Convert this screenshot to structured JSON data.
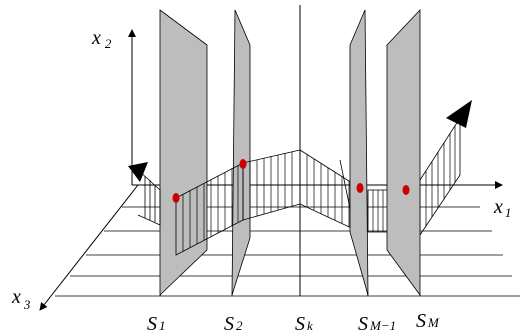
{
  "axes": {
    "x1": {
      "letter": "x",
      "index": "1"
    },
    "x2": {
      "letter": "x",
      "index": "2"
    },
    "x3": {
      "letter": "x",
      "index": "3"
    }
  },
  "surfaces": [
    {
      "letter": "S",
      "index": "1"
    },
    {
      "letter": "S",
      "index": "2"
    },
    {
      "letter": "S",
      "index": "k"
    },
    {
      "letter": "S",
      "index": "M−1"
    },
    {
      "letter": "S",
      "index": "M"
    }
  ],
  "colors": {
    "plane_fill": "#bdbdbd",
    "marker": "#cc0000",
    "line": "#000000"
  }
}
